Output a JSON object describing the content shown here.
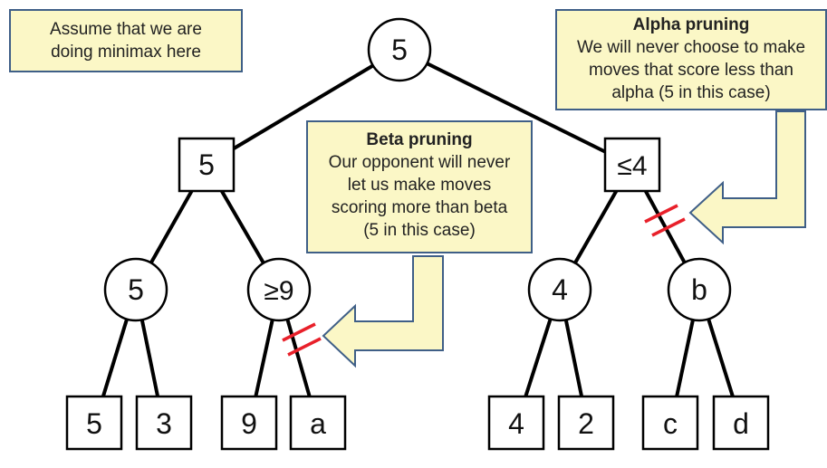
{
  "note": {
    "lines": [
      "Assume that we are",
      "doing minimax here"
    ]
  },
  "beta_callout": {
    "title": "Beta pruning",
    "lines": [
      "Our opponent will never",
      "let us make moves",
      "scoring more than beta",
      "(5 in this case)"
    ]
  },
  "alpha_callout": {
    "title": "Alpha pruning",
    "lines": [
      "We will never choose to make",
      "moves that score less than",
      "alpha (5 in this case)"
    ]
  },
  "tree": {
    "root": "5",
    "left_min": "5",
    "right_min": "≤4",
    "max_1": "5",
    "max_2": "≥9",
    "max_3": "4",
    "max_4": "b",
    "leaves": [
      "5",
      "3",
      "9",
      "a",
      "4",
      "2",
      "c",
      "d"
    ]
  },
  "colors": {
    "callout_fill": "#fbf7c6",
    "callout_border": "#3f5f87",
    "prune_mark": "#e8202a",
    "edge": "#000000"
  }
}
